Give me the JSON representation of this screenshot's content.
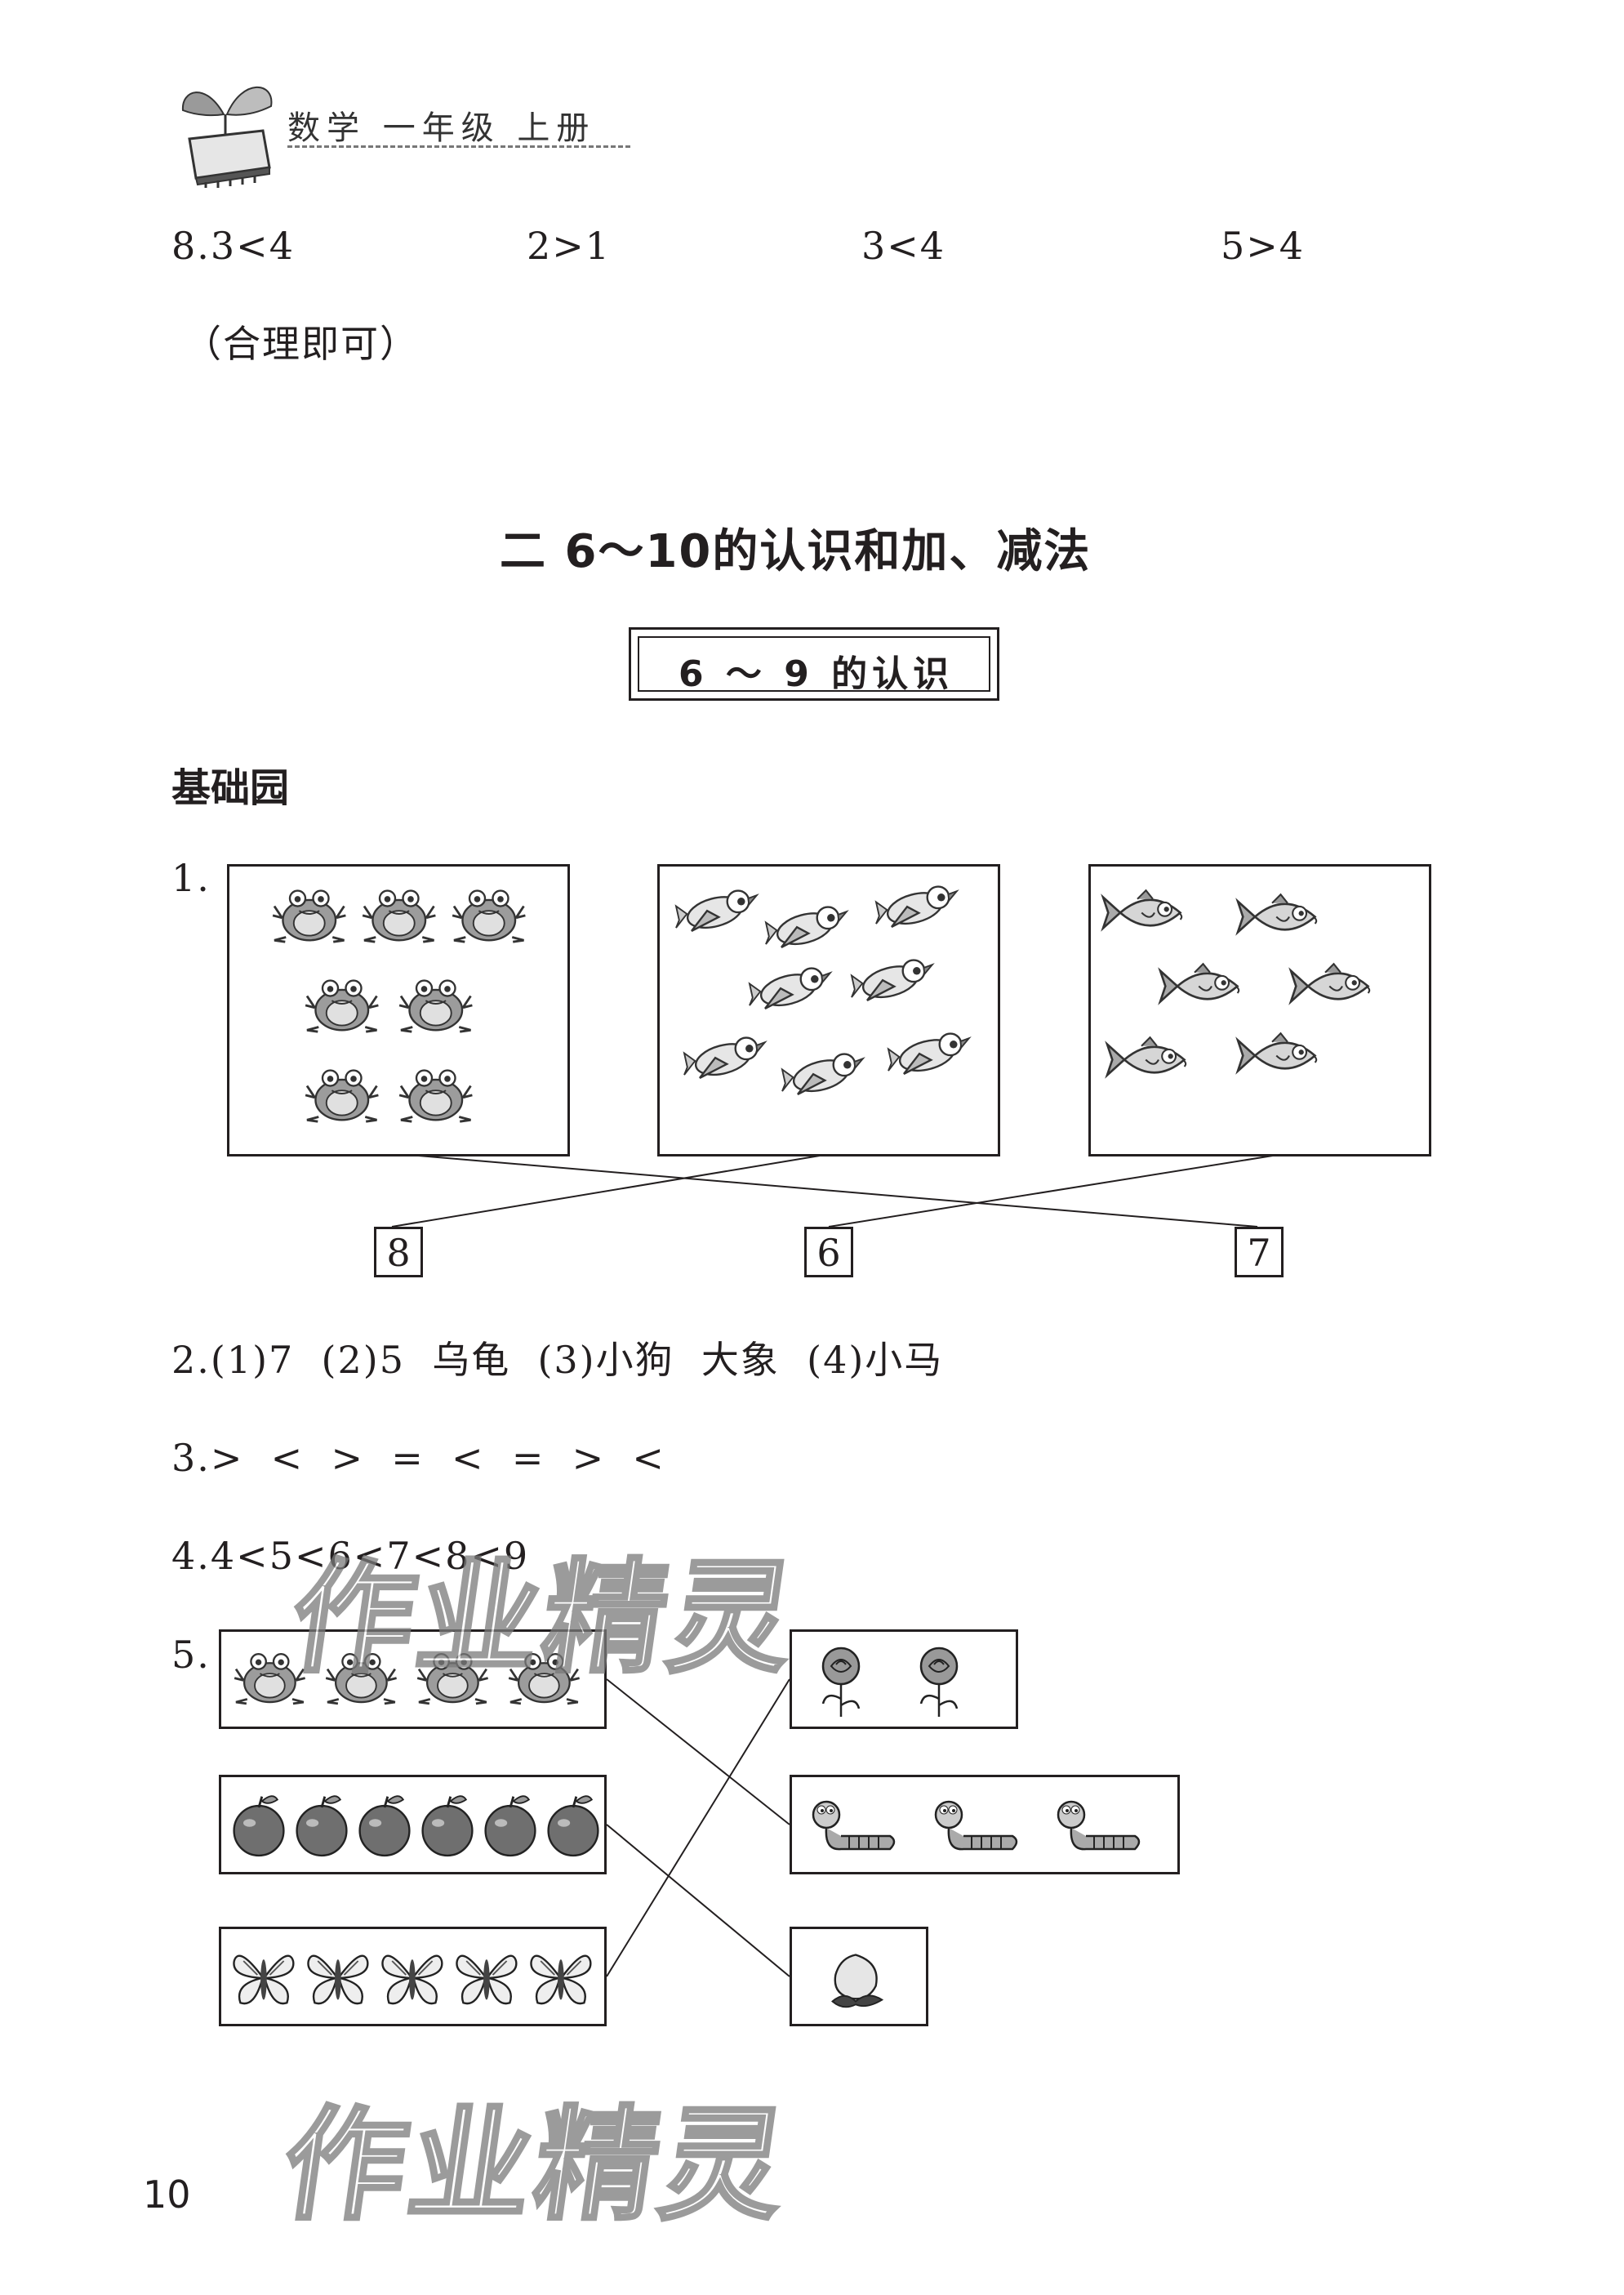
{
  "header": {
    "title": "数学   一年级   上册"
  },
  "q8": {
    "items": [
      "8.3<4",
      "2>1",
      "3<4",
      "5>4"
    ],
    "note": "（合理即可）"
  },
  "section": {
    "title": "二   6～10的认识和加、减法"
  },
  "subsection": {
    "title": "6 ～ 9 的认识"
  },
  "basic": {
    "heading": "基础园"
  },
  "q1": {
    "label": "1.",
    "groups": [
      {
        "icon": "frog-icon",
        "count": 7
      },
      {
        "icon": "bird-icon",
        "count": 8
      },
      {
        "icon": "fish-icon",
        "count": 6
      }
    ],
    "answers": [
      "8",
      "6",
      "7"
    ]
  },
  "q2": {
    "text": "2.(1)7  (2)5  乌龟  (3)小狗  大象  (4)小马"
  },
  "q3": {
    "text": "3.>  <  >  =  <  =  >  <"
  },
  "q4": {
    "text": "4.4<5<6<7<8<9"
  },
  "q5": {
    "label": "5.",
    "left": [
      {
        "icon": "frog-icon",
        "count": 4
      },
      {
        "icon": "apple-icon",
        "count": 6
      },
      {
        "icon": "butterfly-icon",
        "count": 5
      }
    ],
    "right": [
      {
        "icon": "flower-icon",
        "count": 2
      },
      {
        "icon": "caterpillar-icon",
        "count": 3
      },
      {
        "icon": "peach-icon",
        "count": 1
      }
    ]
  },
  "watermark": {
    "text": "作业精灵"
  },
  "page_number": "10"
}
